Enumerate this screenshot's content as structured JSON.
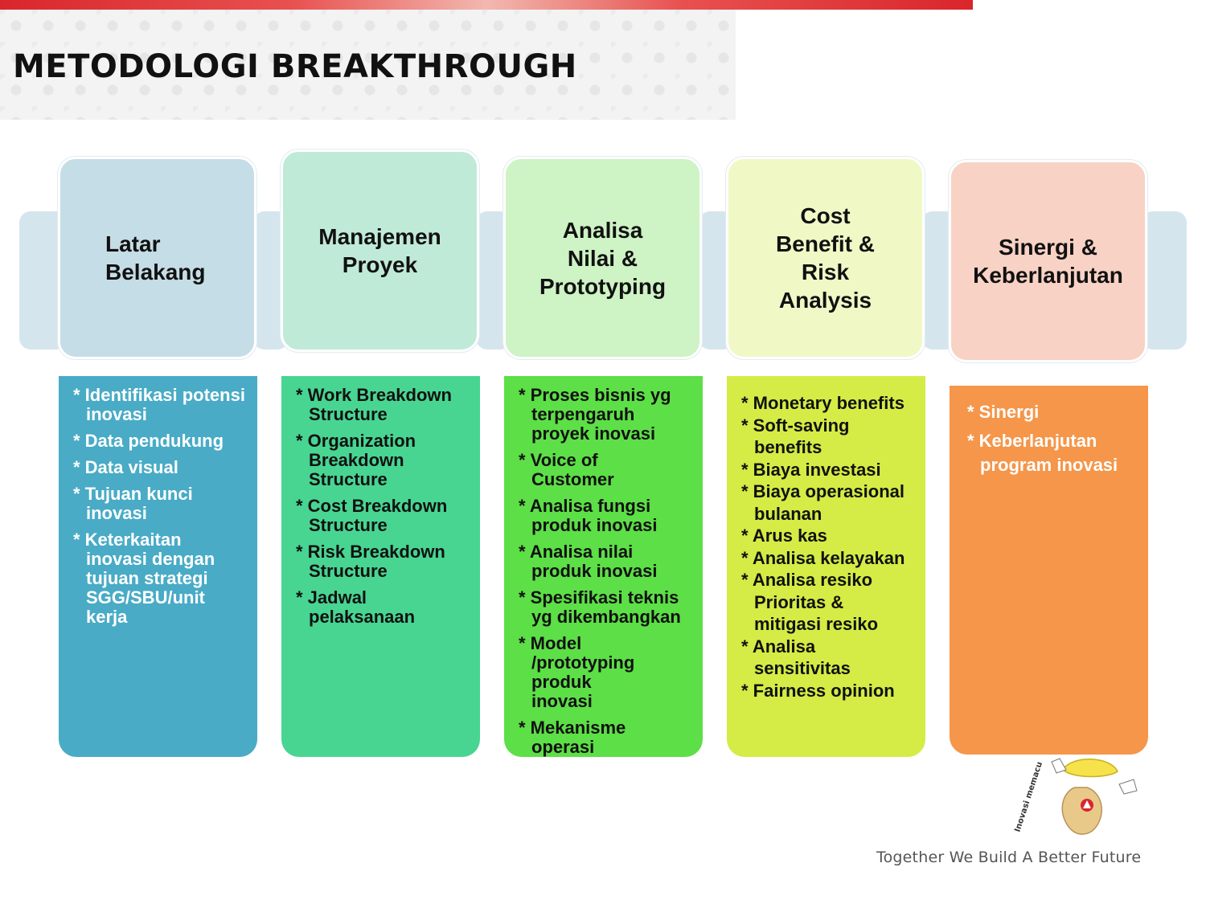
{
  "title": "METODOLOGI BREAKTHROUGH",
  "colors": {
    "accent_red": "#d9262c",
    "band": "#d5e5ee"
  },
  "columns": [
    {
      "heading": "Latar\nBelakang",
      "header_color": "#c5dde6",
      "body_color": "#49abc6",
      "items": [
        "* Identifikasi potensi inovasi",
        "* Data pendukung",
        "* Data visual",
        "* Tujuan kunci inovasi",
        "* Keterkaitan inovasi dengan tujuan strategi SGG/SBU/unit kerja"
      ]
    },
    {
      "heading": "Manajemen\nProyek",
      "header_color": "#c0ead8",
      "body_color": "#48d592",
      "items": [
        "* Work Breakdown Structure",
        "* Organization Breakdown Structure",
        "* Cost Breakdown Structure",
        "* Risk Breakdown Structure",
        "* Jadwal pelaksanaan"
      ]
    },
    {
      "heading": "Analisa\nNilai &\nPrototyping",
      "header_color": "#cef3c4",
      "body_color": "#5ddf47",
      "items": [
        "* Proses bisnis yg terpengaruh proyek inovasi",
        "* Voice of Customer",
        "* Analisa fungsi produk inovasi",
        "* Analisa nilai produk inovasi",
        "* Spesifikasi teknis yg dikembangkan",
        "* Model /prototyping produk inovasi",
        "* Mekanisme operasi"
      ]
    },
    {
      "heading": "Cost\nBenefit &\nRisk\nAnalysis",
      "header_color": "#f0f8c6",
      "body_color": "#d4ec45",
      "items": [
        "* Monetary benefits",
        "* Soft-saving benefits",
        "* Biaya investasi",
        "* Biaya operasional bulanan",
        "* Arus kas",
        "* Analisa kelayakan",
        "* Analisa resiko Prioritas & mitigasi resiko",
        "* Analisa sensitivitas",
        "* Fairness opinion"
      ]
    },
    {
      "heading": "Sinergi &\nKeberlanjutan",
      "header_color": "#f8d2c4",
      "body_color": "#f5964a",
      "items": [
        "* Sinergi",
        "* Keberlanjutan program inovasi"
      ]
    }
  ],
  "logo_text": "Inovasi memacu",
  "footer": {
    "tagline": "Together We Build A Better Future"
  }
}
